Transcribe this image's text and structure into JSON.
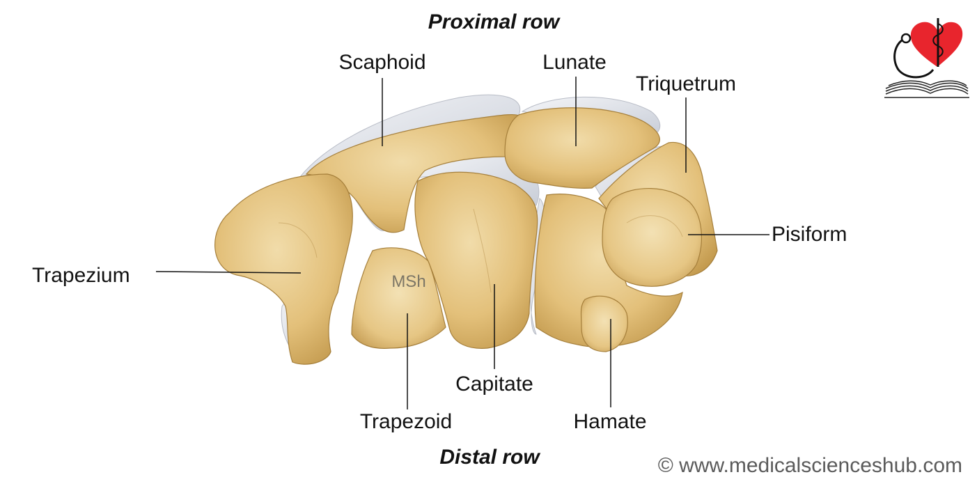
{
  "headings": {
    "proximal_row": "Proximal row",
    "distal_row": "Distal row"
  },
  "labels": {
    "scaphoid": "Scaphoid",
    "lunate": "Lunate",
    "triquetrum": "Triquetrum",
    "pisiform": "Pisiform",
    "trapezium": "Trapezium",
    "trapezoid": "Trapezoid",
    "capitate": "Capitate",
    "hamate": "Hamate",
    "msh": "MSh"
  },
  "credit": "© www.medicalscienceshub.com",
  "colors": {
    "bone": "#e3c07a",
    "bone_shadow": "#c39a4e",
    "bone_light": "#f1dcaa",
    "cartilage": "#dfe3ec",
    "line": "#111111",
    "logo_heart": "#e8252d"
  }
}
